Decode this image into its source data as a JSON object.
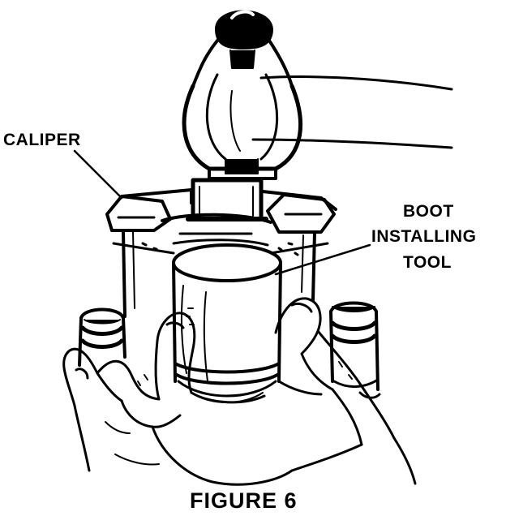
{
  "labels": {
    "caliper": "CALIPER",
    "tool_line1": "BOOT",
    "tool_line2": "INSTALLING",
    "tool_line3": "TOOL"
  },
  "caption": "FIGURE 6",
  "colors": {
    "ink": "#000000",
    "paper": "#ffffff"
  }
}
